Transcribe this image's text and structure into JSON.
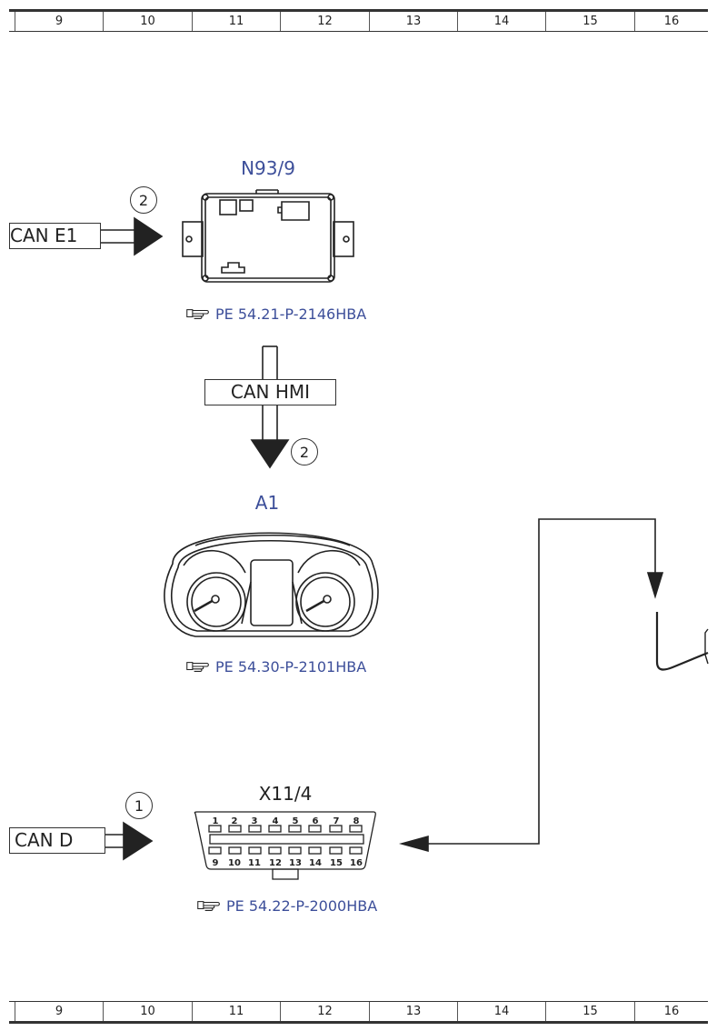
{
  "grid_columns": [
    "9",
    "10",
    "11",
    "12",
    "13",
    "14",
    "15",
    "16"
  ],
  "components": {
    "n93_9": {
      "id": "N93/9",
      "ref": "PE 54.21-P-2146HBA"
    },
    "a1": {
      "id": "A1",
      "ref": "PE 54.30-P-2101HBA"
    },
    "x11_4": {
      "id": "X11/4",
      "ref": "PE 54.22-P-2000HBA",
      "pins_top": [
        "1",
        "2",
        "3",
        "4",
        "5",
        "6",
        "7",
        "8"
      ],
      "pins_bottom": [
        "9",
        "10",
        "11",
        "12",
        "13",
        "14",
        "15",
        "16"
      ]
    }
  },
  "buses": {
    "can_e1": {
      "label": "CAN E1",
      "marker": "2"
    },
    "can_hmi": {
      "label": "CAN HMI",
      "marker": "2"
    },
    "can_d": {
      "label": "CAN D",
      "marker": "1"
    }
  },
  "icons": {
    "reference": "pointing-hand-icon"
  }
}
